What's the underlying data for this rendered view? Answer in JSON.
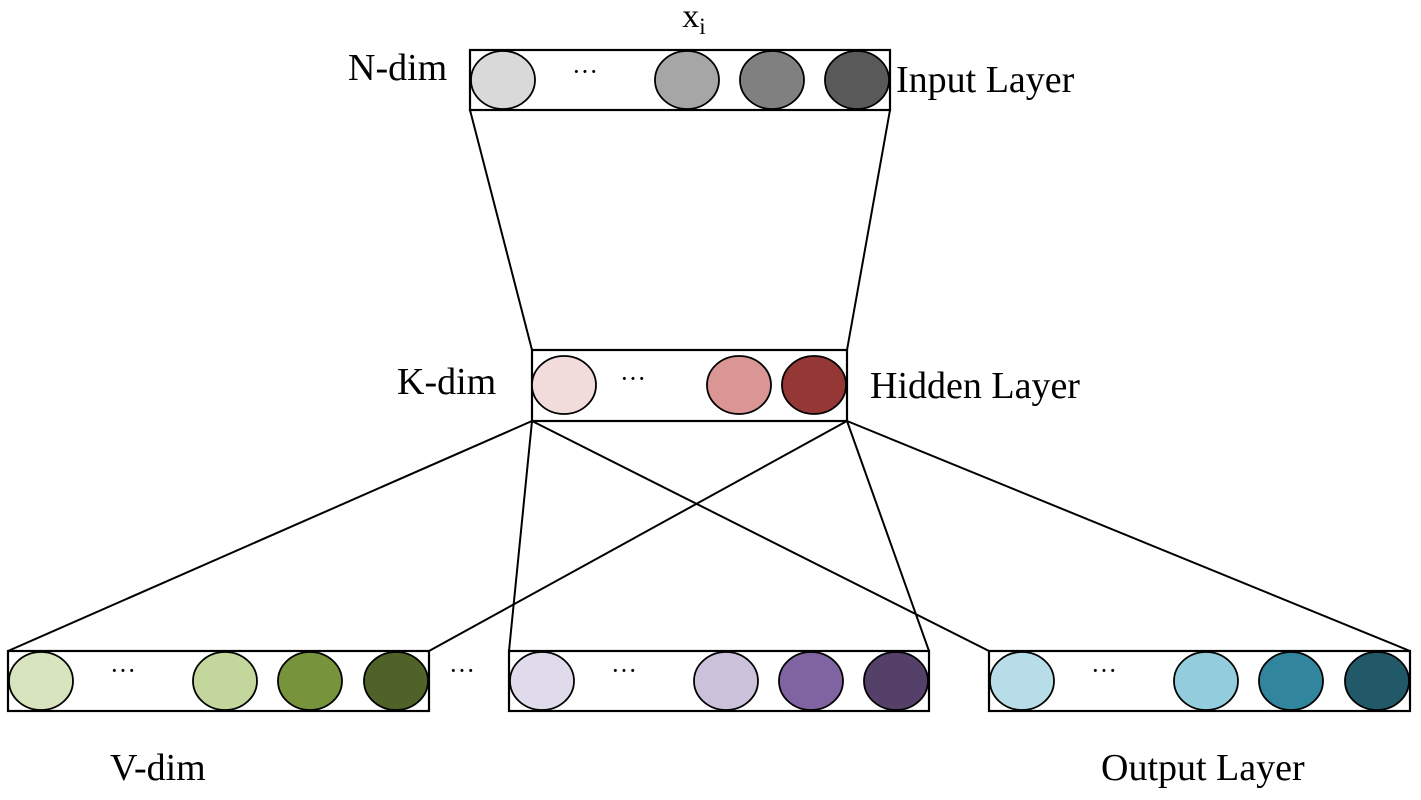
{
  "input_layer": {
    "name": "Input Layer",
    "dim_label": "N-dim",
    "top_label_base": "x",
    "top_label_sub": "i",
    "ellipsis": "···",
    "node_colors": [
      "#d9d9d9",
      "#a6a6a6",
      "#808080",
      "#595959"
    ]
  },
  "hidden_layer": {
    "name": "Hidden Layer",
    "dim_label": "K-dim",
    "ellipsis": "···",
    "node_colors": [
      "#f2dcdb",
      "#d99694",
      "#953734"
    ]
  },
  "output_layer": {
    "name": "Output Layer",
    "dim_label": "V-dim",
    "between_ellipsis": "···",
    "groups": [
      {
        "ellipsis": "···",
        "node_colors": [
          "#d7e4bd",
          "#c3d69b",
          "#77933c",
          "#4f6228"
        ]
      },
      {
        "ellipsis": "···",
        "node_colors": [
          "#e0dbea",
          "#ccc1da",
          "#8064a2",
          "#544068"
        ]
      },
      {
        "ellipsis": "···",
        "node_colors": [
          "#b7dde8",
          "#93cddd",
          "#31859c",
          "#215968"
        ]
      }
    ]
  }
}
